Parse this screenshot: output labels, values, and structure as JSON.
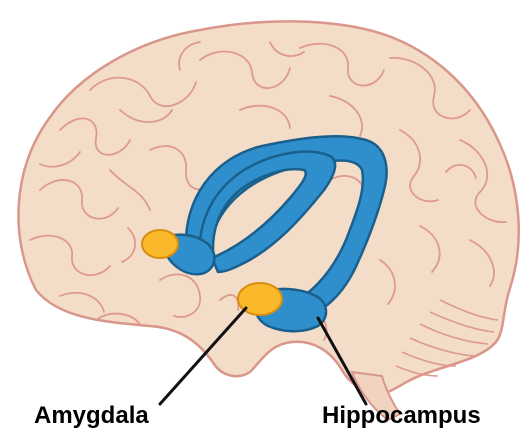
{
  "labels": {
    "amygdala": "Amygdala",
    "hippocampus": "Hippocampus"
  },
  "colors": {
    "background": "#ffffff",
    "brain_fill": "#f3ddc8",
    "brain_outline": "#d9968a",
    "gyri_lines": "#de9a8c",
    "hippocampus_fill": "#2f8fcc",
    "hippocampus_outline": "#1b5f8c",
    "amygdala_fill": "#f9b92a",
    "amygdala_outline": "#d98d10",
    "leader_line": "#111111",
    "label_text": "#000000"
  },
  "icons": {
    "brain": "brain-illustration",
    "hippocampus": "hippocampus-fornix-shape",
    "amygdala": "amygdala-blob"
  }
}
